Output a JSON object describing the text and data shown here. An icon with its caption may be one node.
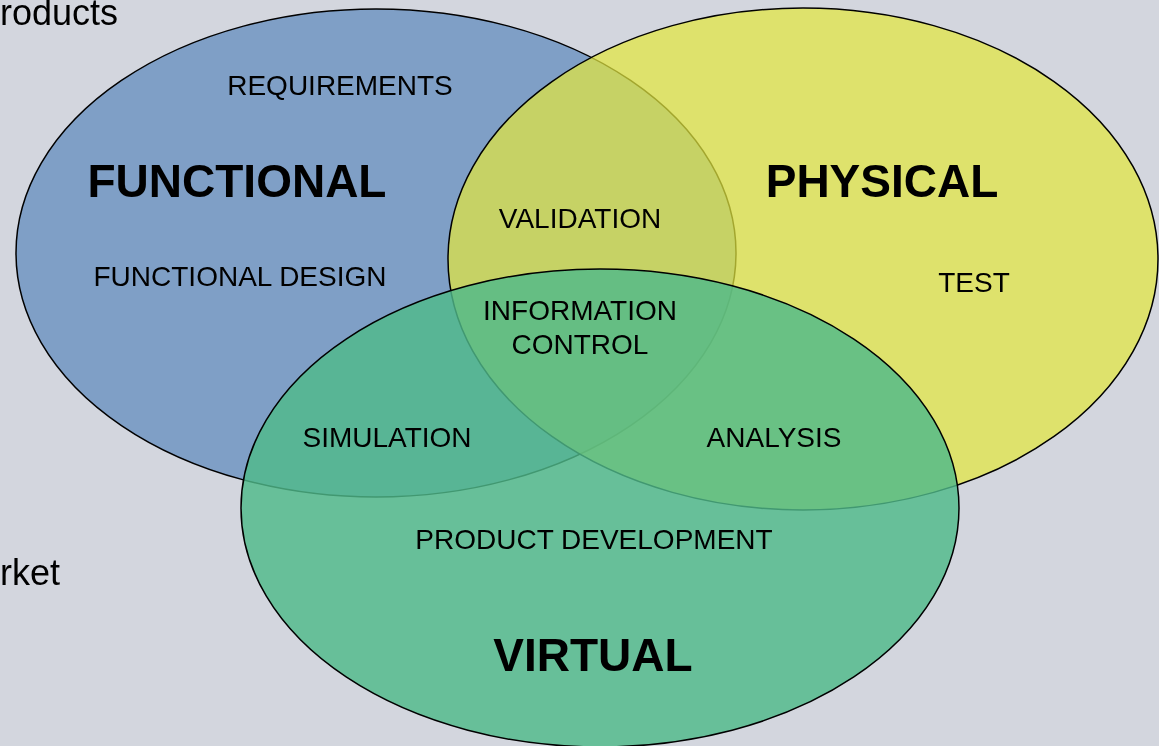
{
  "diagram": {
    "nodes": [
      {
        "text": [
          "REQUIREMENTS",
          "FUNCTIONAL",
          "FUNCTIONAL DESIGN"
        ]
      },
      {
        "text": [
          "PHYSICAL",
          "TEST"
        ]
      },
      {
        "text": [
          "PRODUCT DEVELOPMENT",
          "VIRTUAL"
        ]
      }
    ],
    "edges": [],
    "labels": [
      "roducts",
      "VALIDATION",
      "INFORMATION CONTROL",
      "SIMULATION",
      "ANALYSIS",
      "rket"
    ]
  }
}
